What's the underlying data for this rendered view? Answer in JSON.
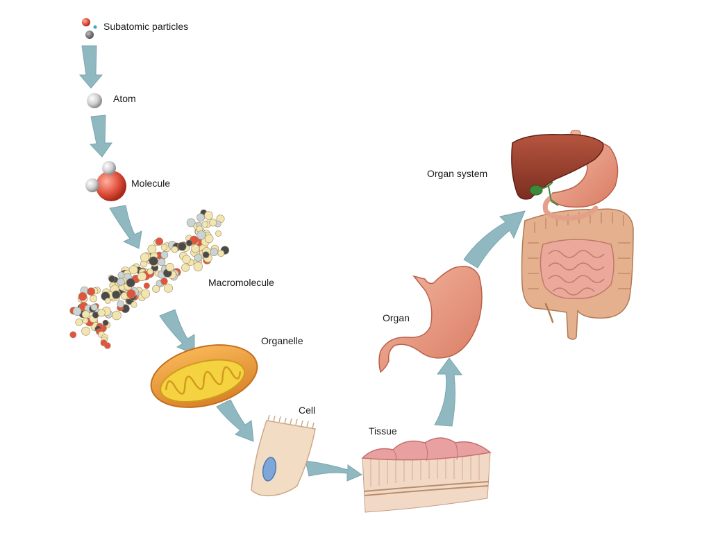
{
  "labels": {
    "subatomic": "Subatomic particles",
    "atom": "Atom",
    "molecule": "Molecule",
    "macromolecule": "Macromolecule",
    "organelle": "Organelle",
    "cell": "Cell",
    "tissue": "Tissue",
    "organ": "Organ",
    "organ_system": "Organ system"
  },
  "colors": {
    "arrow": "#8fb8c0",
    "proton": "#e04a3a",
    "electron": "#3aa6c8",
    "neutron": "#7a7a7a",
    "atom": "#d9d9d9",
    "oxygen": "#e2543f",
    "carbon": "#4a4a4a",
    "hydrogen": "#f3e5b0",
    "mito_outer": "#f0a040",
    "mito_inner": "#f5d340",
    "cell": "#f3dcc4",
    "nucleus": "#7fa6d8",
    "tissue_top": "#e9a0a0",
    "tissue_side": "#f1d9c6",
    "stomach": "#ec9a82",
    "liver": "#9a3e2c",
    "intestine": "#e4b08e",
    "gallbladder": "#3d8a3a"
  }
}
